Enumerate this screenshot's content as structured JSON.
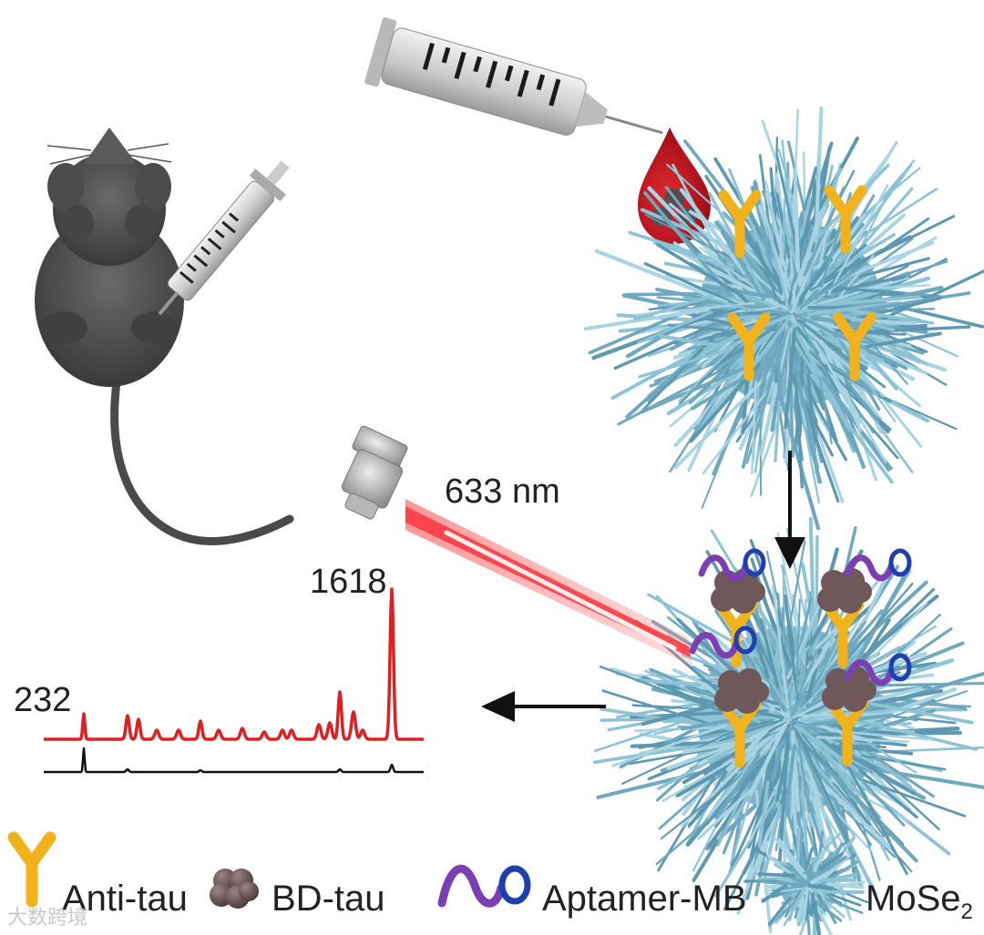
{
  "laser": {
    "wavelength_label": "633 nm"
  },
  "spectrum": {
    "peak_label_1": "1618",
    "peak_label_2": "232"
  },
  "legend": {
    "anti_tau": "Anti-tau",
    "bd_tau": "BD-tau",
    "aptamer": "Aptamer-MB",
    "mose2_base": "MoSe",
    "mose2_sub": "2"
  },
  "watermark": "大数跨境",
  "colors": {
    "antibody": "#f2b21c",
    "protein": "#7a6466",
    "aptamer": "#7b3fb3",
    "aptamer_loop": "#1e3fb0",
    "nanoflower": "#8ec3d6",
    "laser": "#e8323a",
    "spectrum_red": "#e02020",
    "spectrum_black": "#111111",
    "blood": "#c8141e"
  },
  "icons": [
    "mouse-icon",
    "syringe-icon",
    "blood-drop-icon",
    "laser-head-icon",
    "arrow-down-icon",
    "arrow-left-icon"
  ]
}
